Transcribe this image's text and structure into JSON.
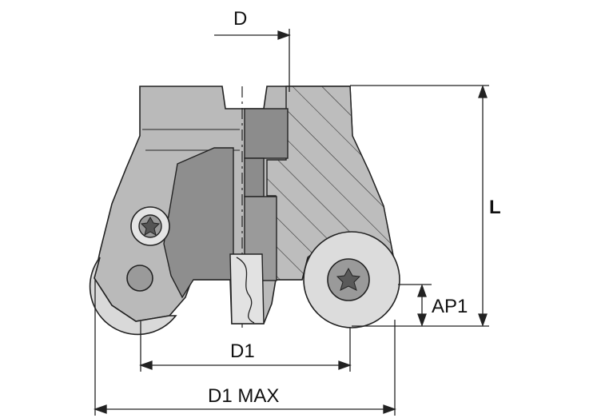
{
  "labels": {
    "d": "D",
    "l": "L",
    "ap1": "AP1",
    "d1": "D1",
    "d1_max": "D1 MAX"
  },
  "colors": {
    "body_fill": "#b9b9b9",
    "dark_fill": "#8e8e8e",
    "light_fill": "#d9d9d9",
    "outline": "#222222"
  }
}
